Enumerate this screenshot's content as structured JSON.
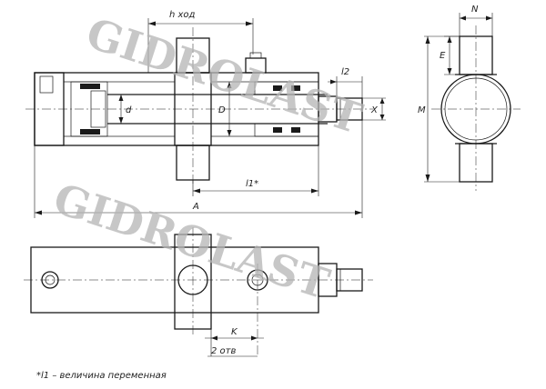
{
  "watermark": {
    "text": "GIDROLAST",
    "color": "#b5b5b5"
  },
  "dimensions": {
    "stroke": "h ход",
    "l2": "l2",
    "d": "d",
    "D": "D",
    "X": "X",
    "M": "M",
    "E": "E",
    "N": "N",
    "l1": "l1*",
    "A": "A",
    "K": "K",
    "holes": "2 отв"
  },
  "footnote": "*l1  –  величина переменная",
  "colors": {
    "line": "#1a1a1a",
    "background": "#ffffff"
  }
}
